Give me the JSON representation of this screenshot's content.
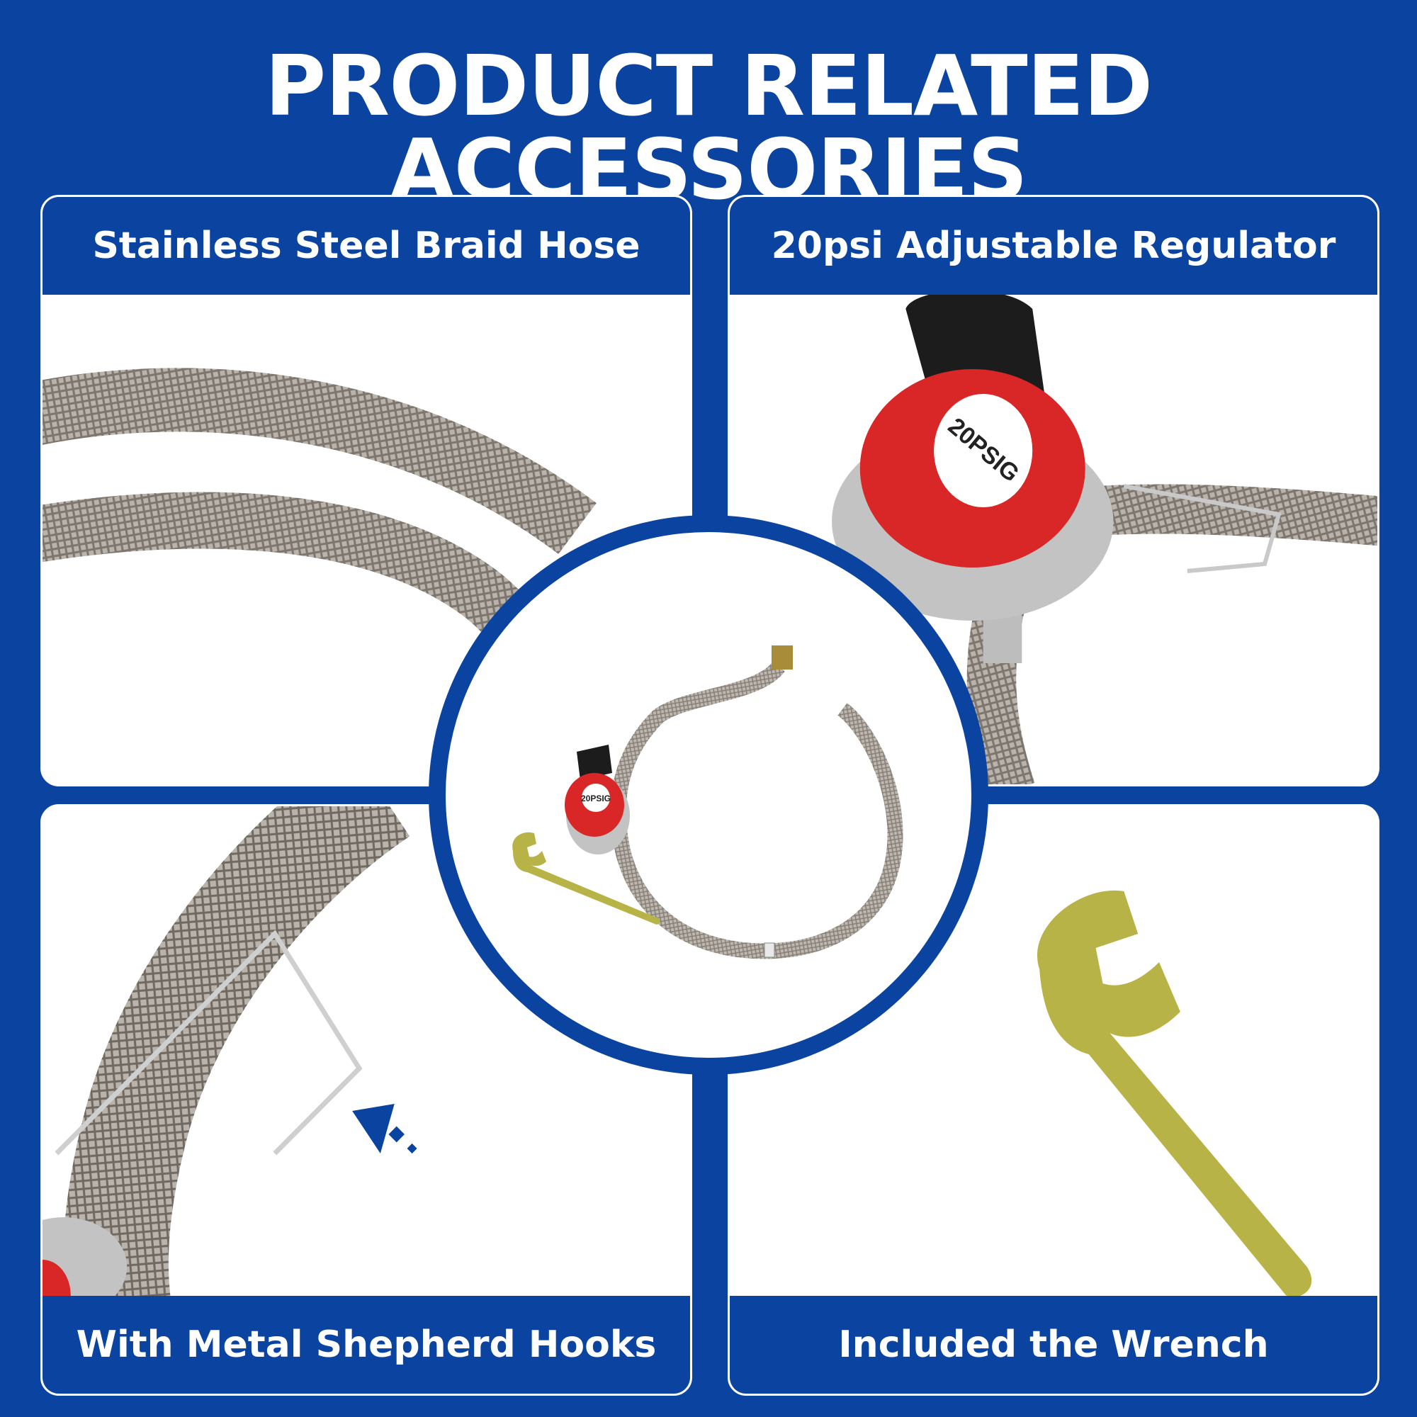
{
  "header": {
    "title": "PRODUCT RELATED ACCESSORIES"
  },
  "panels": {
    "hose": {
      "label": "Stainless Steel Braid Hose"
    },
    "regulator": {
      "label": "20psi Adjustable Regulator",
      "dial_text": "20PSIG"
    },
    "hooks": {
      "label": "With Metal Shepherd Hooks"
    },
    "wrench": {
      "label": "Included the Wrench"
    }
  },
  "center": {
    "dial_text": "20PSIG"
  },
  "colors": {
    "brand_blue": "#0b44a0",
    "white": "#ffffff",
    "steel": "#b9b3ab",
    "regulator_red": "#d92626",
    "knob_black": "#1c1c1c",
    "wrench_yellow": "#b8b347"
  }
}
